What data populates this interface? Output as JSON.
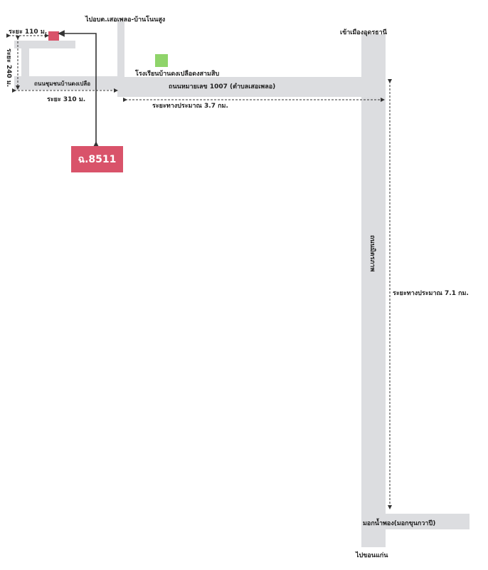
{
  "map": {
    "labels": {
      "top_road_dest": "ไปอบต.เสอเพลอ-บ้านโนนสูง",
      "top_right_dest": "เข้าเมืองอุดรธานี",
      "school": "โรงเรียนบ้านดงเปลือดงสามสิบ",
      "local_road": "ถนนชุมชนบ้านดงเปลือ",
      "highway_1007": "ถนนหมายเลข 1007 (ตำบลเสอเพลอ)",
      "main_highway": "ถนนมิตรภาพ",
      "bottom_junction": "มอกน้ำพอง(มอกขุนกวาปี)",
      "bottom_dest": "ไปขอนแก่น",
      "plot_id": "ฉ.8511"
    },
    "distances": {
      "d110": "ระยะ 110 ม.",
      "d240": "ระยะ 240 ม.",
      "d310": "ระยะ 310 ม.",
      "d37km": "ระยะทางประมาณ 3.7 กม.",
      "d71km": "ระยะทางประมาณ 7.1 กม."
    },
    "colors": {
      "road": "#dcdde0",
      "plot": "#d9536a",
      "school": "#8fd46a",
      "site": "#d9536a",
      "arrow": "#333333"
    }
  }
}
